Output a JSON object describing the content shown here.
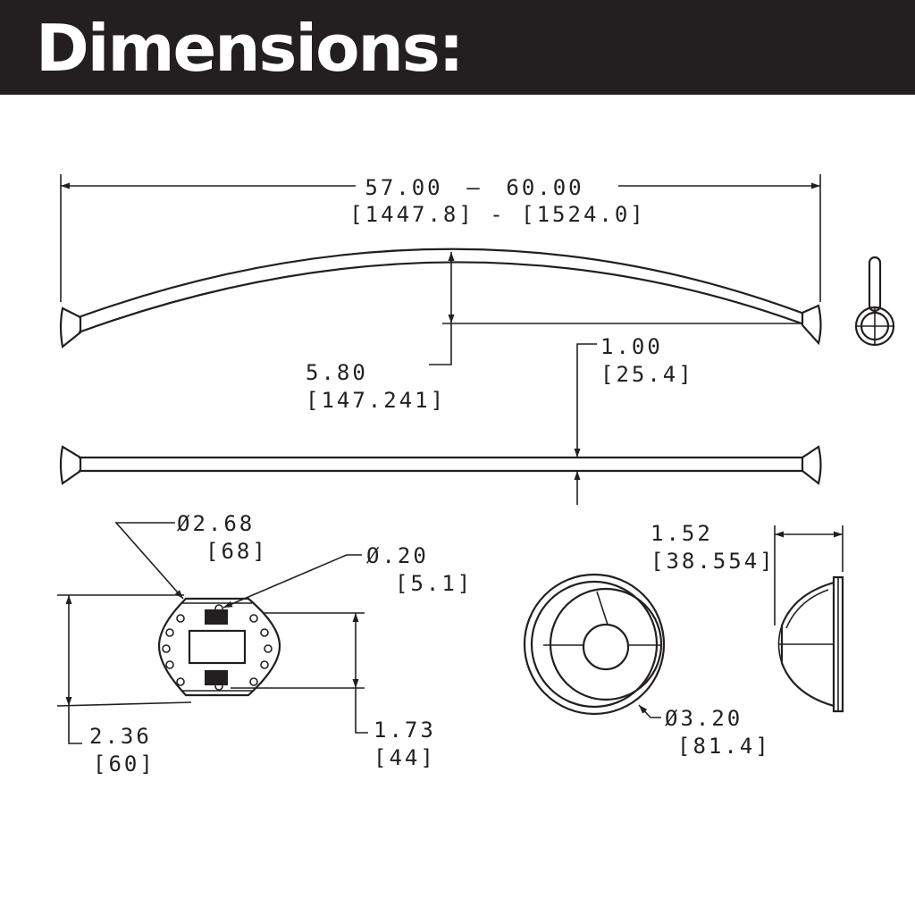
{
  "title": "Dimensions:",
  "colors": {
    "header_bg": "#231f20",
    "line": "#231f20",
    "background": "#ffffff"
  },
  "dimensions": {
    "length": {
      "inches_min": "57.00",
      "dash": "–",
      "inches_max": "60.00",
      "mm_range": "[1447.8] - [1524.0]"
    },
    "curve_depth": {
      "inches": "5.80",
      "mm": "[147.241]"
    },
    "rod_diameter": {
      "inches": "1.00",
      "mm": "[25.4]"
    },
    "mount_diameter": {
      "inches": "Ø2.68",
      "mm": "[68]"
    },
    "screw_hole": {
      "inches": "Ø.20",
      "mm": "[5.1]"
    },
    "mount_height": {
      "inches": "2.36",
      "mm": "[60]"
    },
    "hole_spacing": {
      "inches": "1.73",
      "mm": "[44]"
    },
    "flange_diameter": {
      "inches": "Ø3.20",
      "mm": "[81.4]"
    },
    "flange_depth": {
      "inches": "1.52",
      "mm": "[38.554]"
    }
  }
}
